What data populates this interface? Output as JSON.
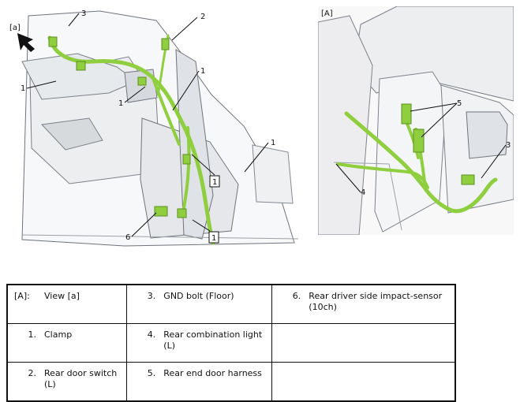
{
  "figures": {
    "left": {
      "view_label": "[a]",
      "callouts": {
        "c1": "1",
        "c2": "1",
        "c3": "1",
        "c4": "1",
        "c5": "1",
        "c6": "1",
        "two": "2",
        "three": "3",
        "six": "6"
      }
    },
    "right": {
      "view_label": "[A]",
      "callouts": {
        "three": "3",
        "four": "4",
        "five": "5"
      }
    }
  },
  "legend": {
    "rows": [
      [
        {
          "num": "[A]:",
          "text": "View [a]"
        },
        {
          "num": "3.",
          "text": "GND bolt (Floor)"
        },
        {
          "num": "6.",
          "text": "Rear driver side impact-sensor (10ch)"
        }
      ],
      [
        {
          "num": "1.",
          "text": "Clamp"
        },
        {
          "num": "4.",
          "text": "Rear combination light (L)"
        },
        {
          "num": "",
          "text": ""
        }
      ],
      [
        {
          "num": "2.",
          "text": "Rear door switch (L)"
        },
        {
          "num": "5.",
          "text": "Rear end door harness"
        },
        {
          "num": "",
          "text": ""
        }
      ]
    ]
  },
  "colors": {
    "harness": "#8fcf3f",
    "harness_dark": "#5e8f20",
    "panel_fill": "#f4f5f6",
    "panel_shadow": "#d8dadd",
    "line": "#6f737a"
  }
}
